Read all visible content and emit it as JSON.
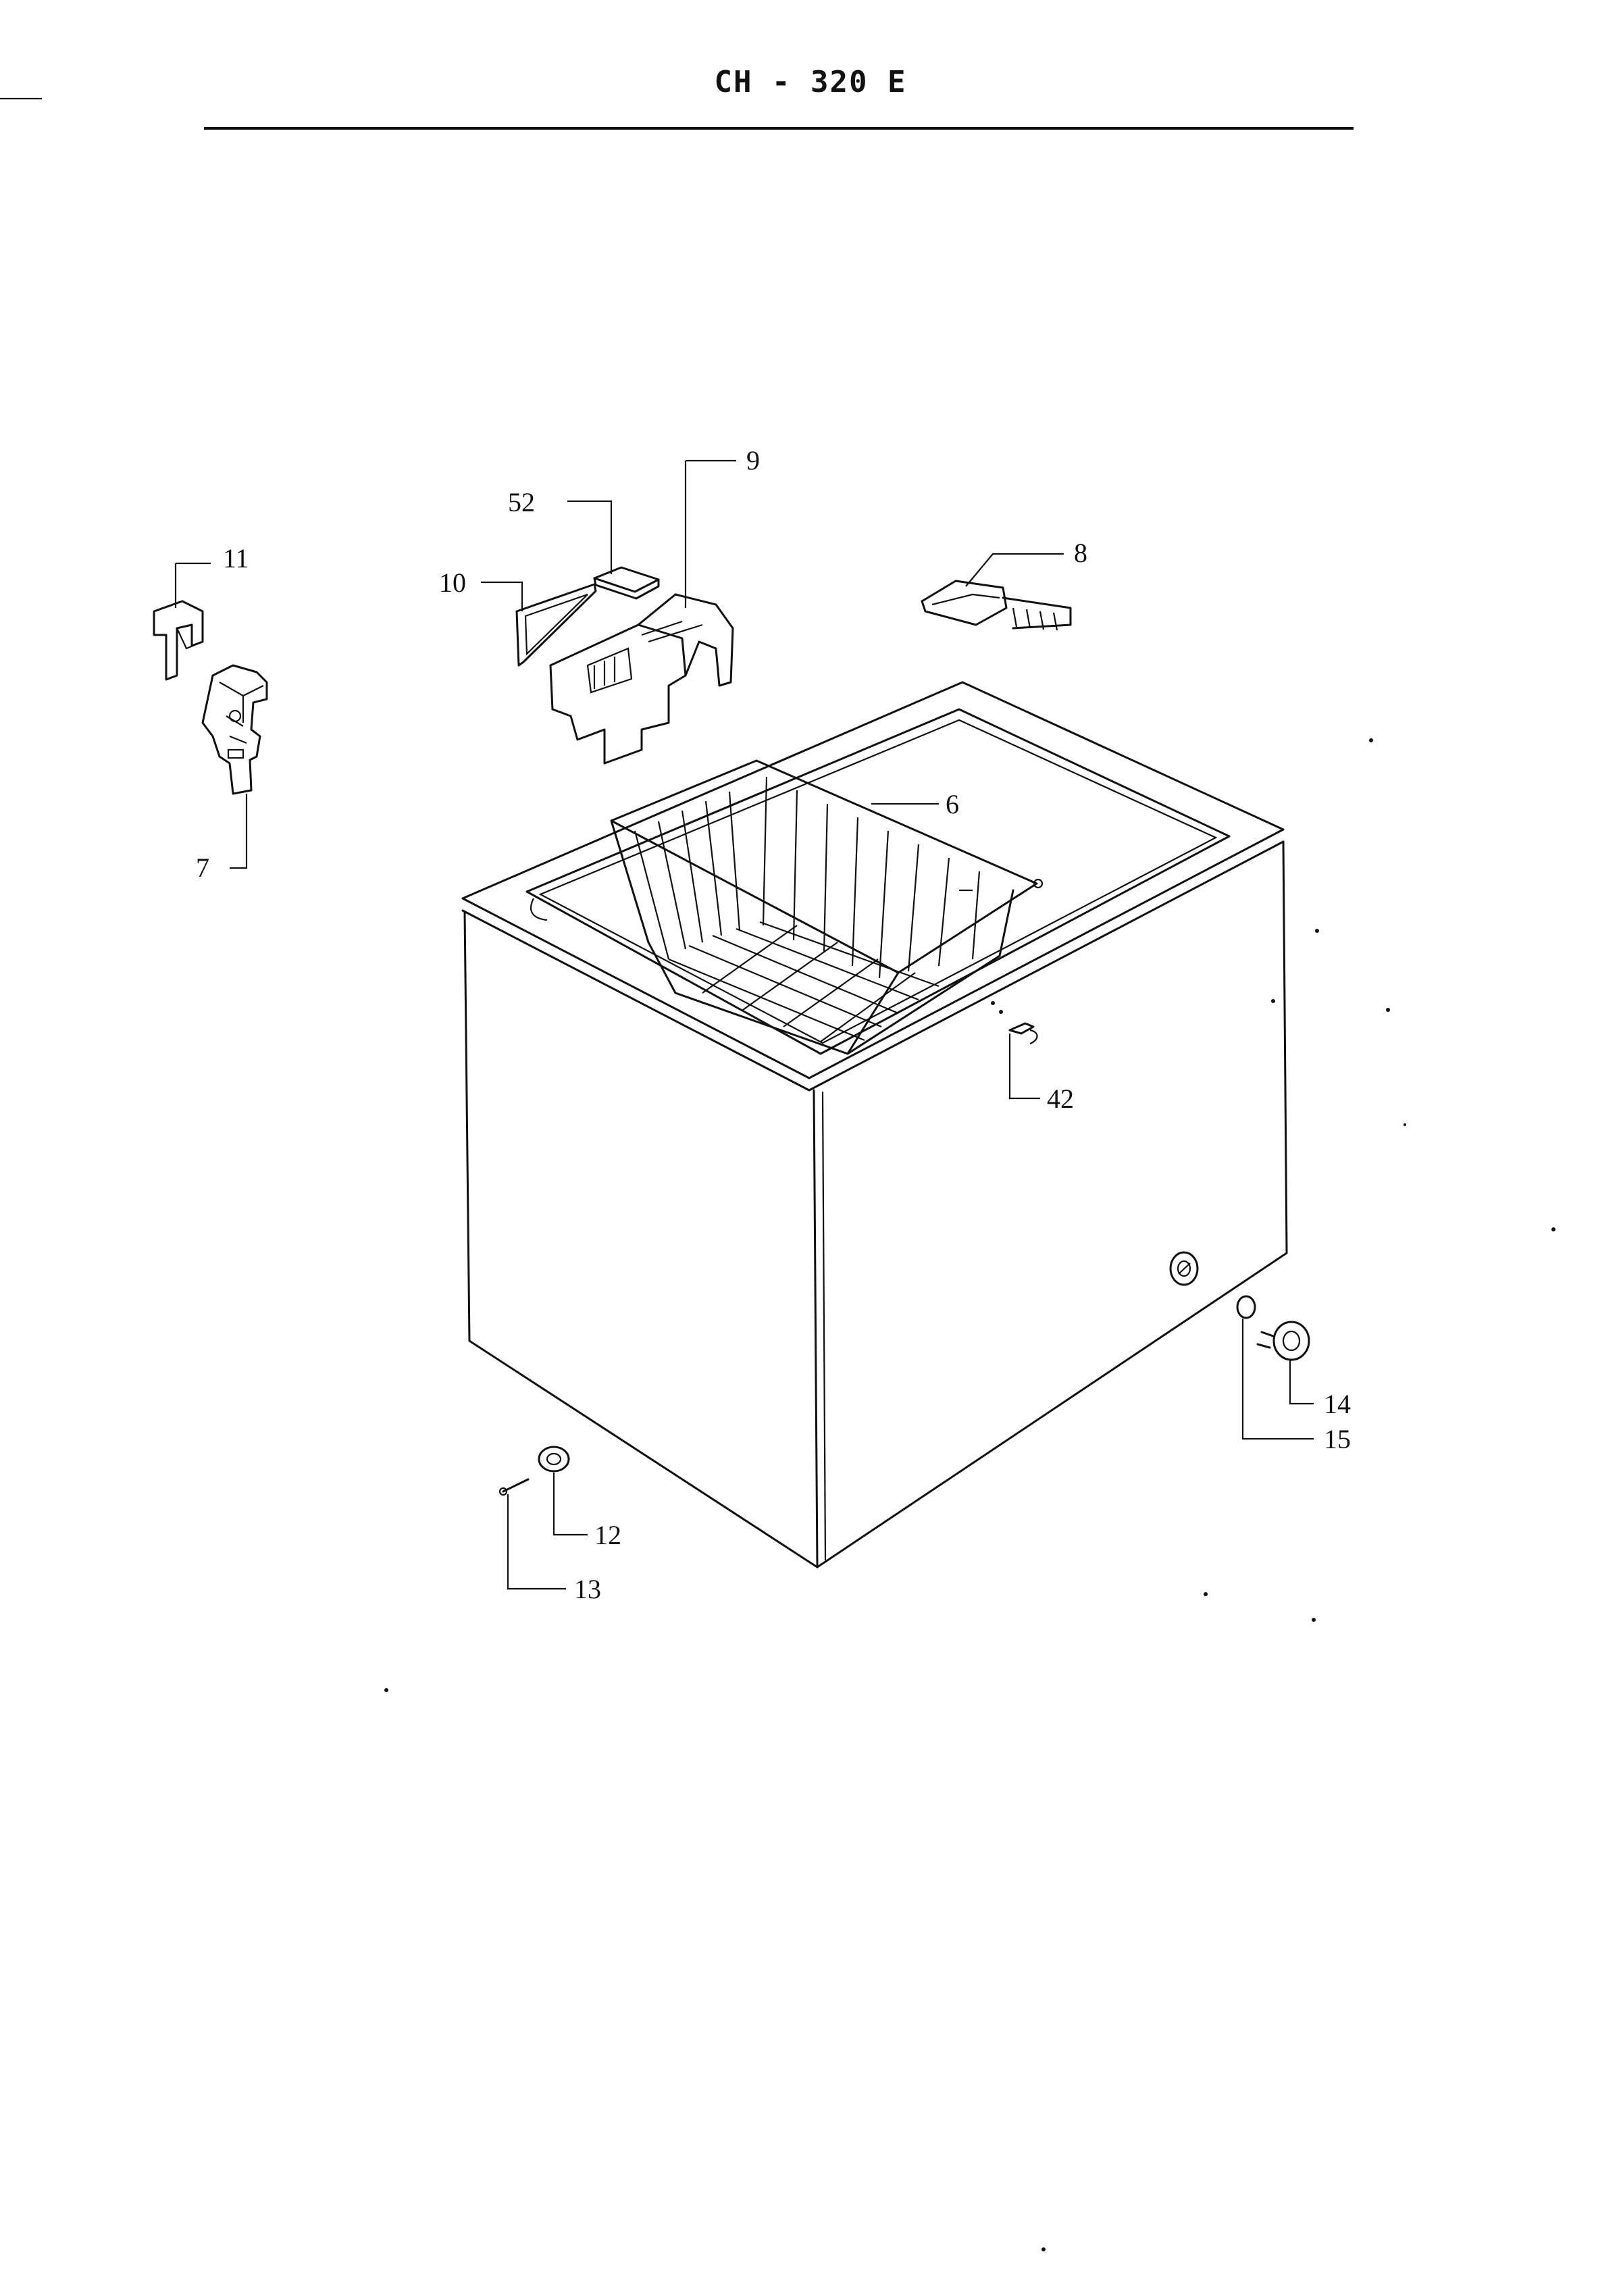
{
  "title": "CH - 320 E",
  "callouts": {
    "c6": "6",
    "c7": "7",
    "c8": "8",
    "c9": "9",
    "c10": "10",
    "c11": "11",
    "c12": "12",
    "c13": "13",
    "c14": "14",
    "c15": "15",
    "c42": "42",
    "c52": "52"
  }
}
